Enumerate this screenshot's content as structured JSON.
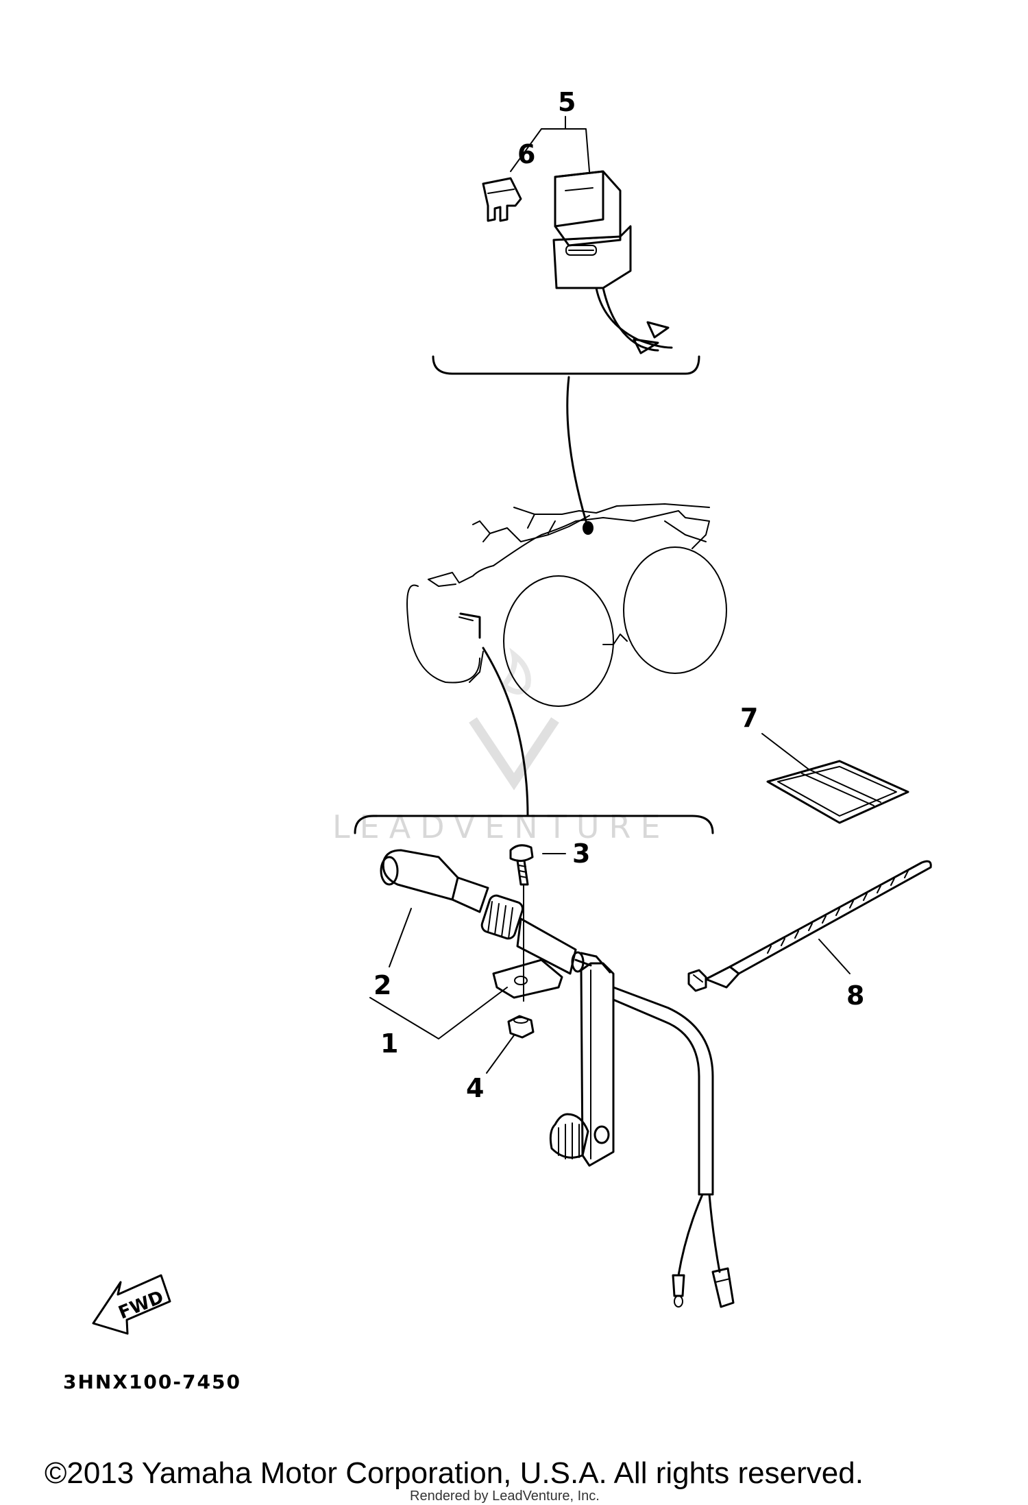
{
  "diagram": {
    "callouts": [
      "1",
      "2",
      "3",
      "4",
      "5",
      "6",
      "7",
      "8"
    ],
    "diagram_code": "3HNX100-7450",
    "fwd_label": "FWD",
    "watermark": "LEADVENTURE",
    "copyright": "©2013 Yamaha Motor Corporation, U.S.A. All rights reserved.",
    "rendered_by": "Rendered by LeadVenture, Inc."
  }
}
